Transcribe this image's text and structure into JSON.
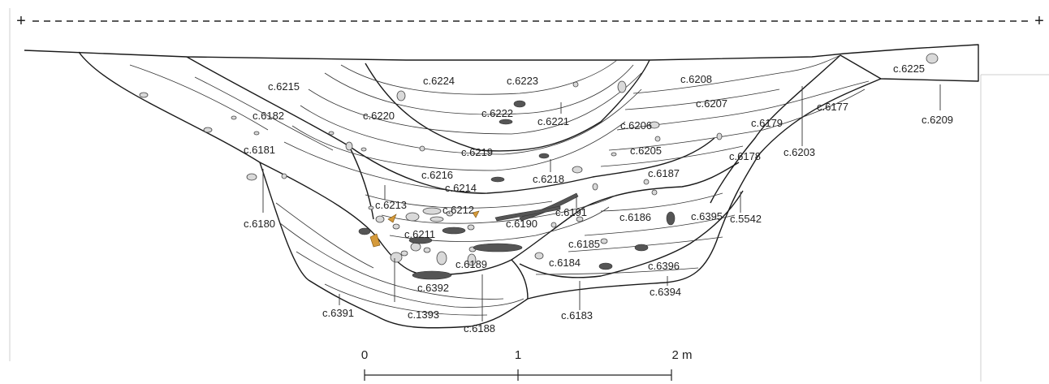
{
  "colors": {
    "line": "#1a1a1a",
    "stone_fill": "#d9d9d9",
    "charcoal_fill": "#555555",
    "ochre_fill": "#d59a3a"
  },
  "datum": {
    "left_mark": "+",
    "right_mark": "+"
  },
  "context_labels": [
    "c.6224",
    "c.6223",
    "c.6215",
    "c.6220",
    "c.6222",
    "c.6221",
    "c.6208",
    "c.6207",
    "c.6225",
    "c.6209",
    "c.6182",
    "c.6181",
    "c.6219",
    "c.6206",
    "c.6205",
    "c.6179",
    "c.6177",
    "c.6203",
    "c.6178",
    "c.6216",
    "c.6218",
    "c.6187",
    "c.6214",
    "c.6213",
    "c.6212",
    "c.6191",
    "c.6190",
    "c.6186",
    "c.6395",
    "c.5542",
    "c.6180",
    "c.6211",
    "c.6185",
    "c.6189",
    "c.6184",
    "c.6396",
    "c.6392",
    "c.6394",
    "c.6391",
    "c.1393",
    "c.6183",
    "c.6188"
  ],
  "scale_bar": {
    "ticks": [
      "0",
      "1",
      "2 m"
    ]
  }
}
